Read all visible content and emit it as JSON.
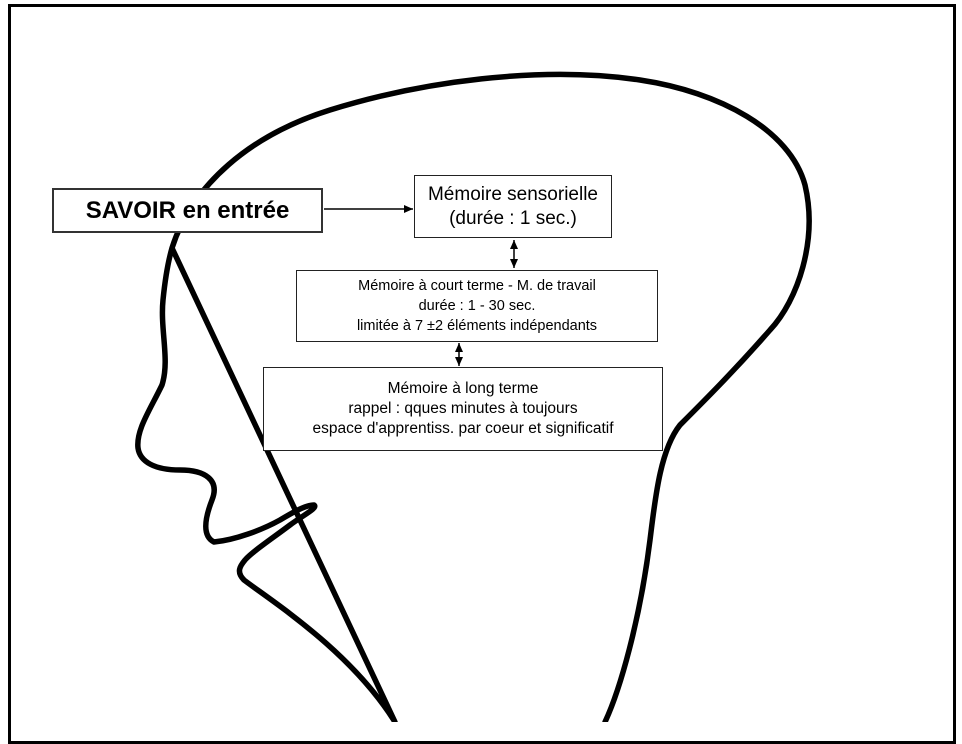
{
  "diagram": {
    "input": {
      "label": "SAVOIR en entrée"
    },
    "sensory_memory": {
      "lines": [
        "Mémoire sensorielle",
        "(durée : 1 sec.)"
      ]
    },
    "short_term_memory": {
      "lines": [
        "Mémoire à court terme - M. de travail",
        "durée : 1 - 30 sec.",
        "limitée à 7 ±2 éléments indépendants"
      ]
    },
    "long_term_memory": {
      "lines": [
        "Mémoire à long terme",
        "rappel : qques minutes à toujours",
        "espace d'apprentiss. par coeur et significatif"
      ]
    },
    "colors": {
      "stroke": "#000000",
      "background": "#ffffff"
    }
  }
}
